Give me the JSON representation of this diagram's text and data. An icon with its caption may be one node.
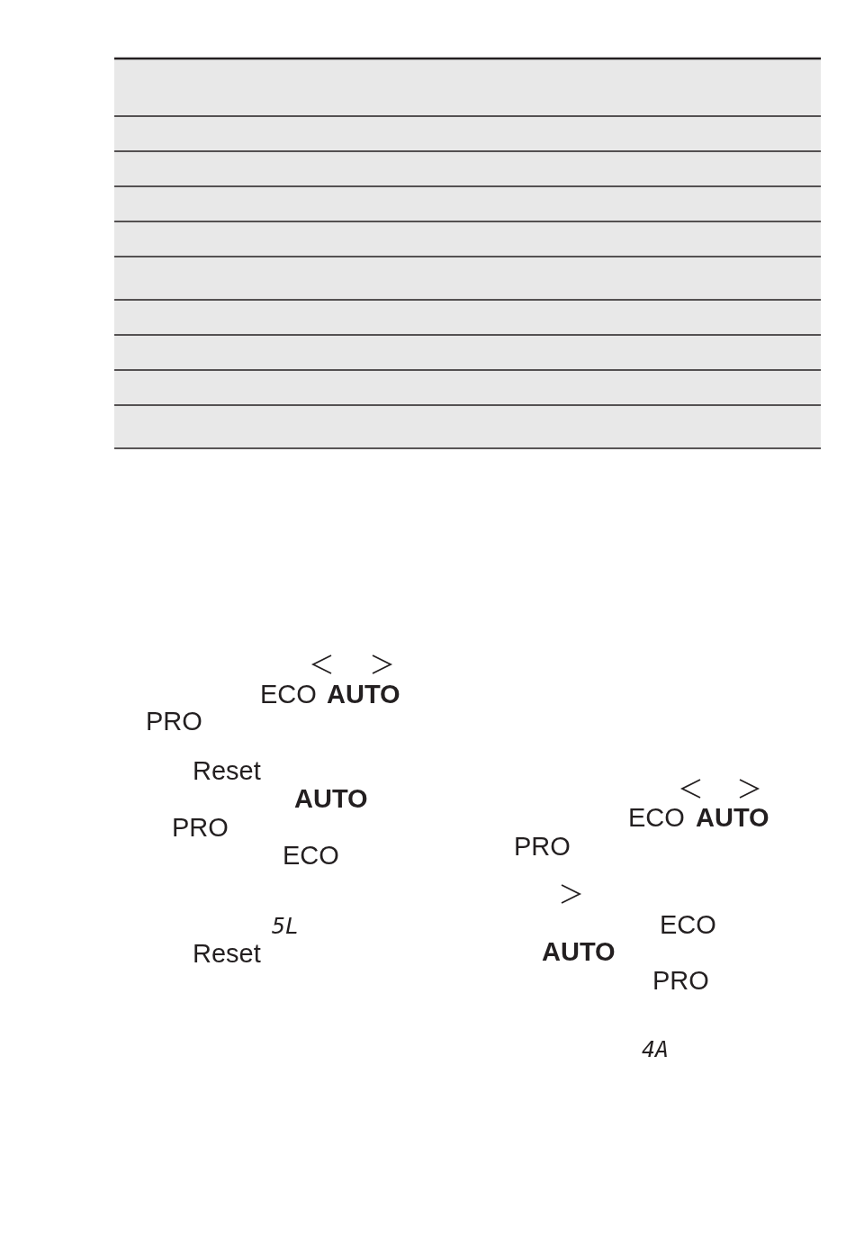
{
  "diagram": {
    "labels": [
      "ECO",
      "AUTO",
      "PRO",
      "Reset",
      "AUTO",
      "PRO",
      "ECO",
      "5L",
      "Reset",
      "ECO",
      "AUTO",
      "PRO",
      "ECO",
      "AUTO",
      "PRO",
      "4A"
    ]
  }
}
